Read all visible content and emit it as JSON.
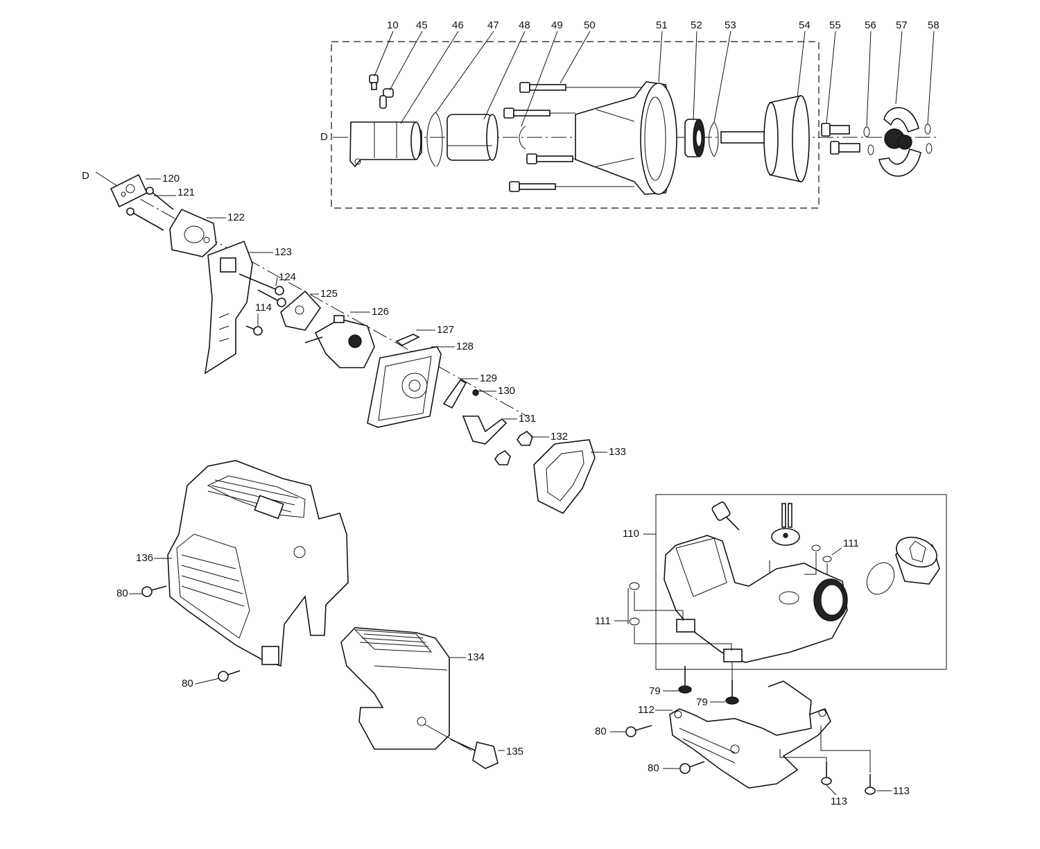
{
  "diagram": {
    "axis_marker": "D",
    "labels": {
      "p10": "10",
      "p45": "45",
      "p46": "46",
      "p47": "47",
      "p48": "48",
      "p49": "49",
      "p50": "50",
      "p51": "51",
      "p52": "52",
      "p53": "53",
      "p54": "54",
      "p55": "55",
      "p56": "56",
      "p57": "57",
      "p58": "58",
      "p120": "120",
      "p121": "121",
      "p122": "122",
      "p123": "123",
      "p124": "124",
      "p125": "125",
      "p126": "126",
      "p114": "114",
      "p127": "127",
      "p128": "128",
      "p129": "129",
      "p130": "130",
      "p131": "131",
      "p132": "132",
      "p133": "133",
      "p136": "136",
      "p80a": "80",
      "p80b": "80",
      "p134": "134",
      "p135": "135",
      "p110": "110",
      "p111a": "111",
      "p111b": "111",
      "p79a": "79",
      "p79b": "79",
      "p112": "112",
      "p80c": "80",
      "p80d": "80",
      "p113a": "113",
      "p113b": "113"
    }
  }
}
